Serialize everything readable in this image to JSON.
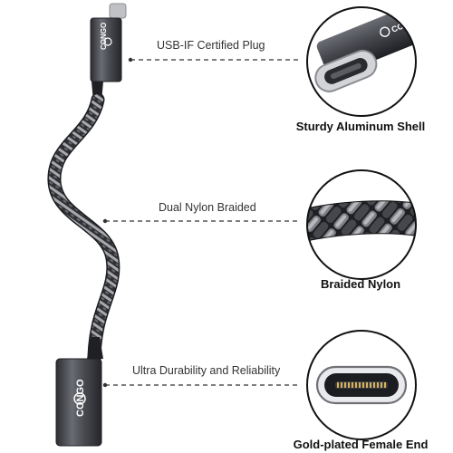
{
  "brand": {
    "logo_text": "CONGO"
  },
  "callouts": [
    {
      "label": "USB-IF Certified Plug"
    },
    {
      "label": "Dual Nylon Braided"
    },
    {
      "label": "Ultra Durability and Reliability"
    }
  ],
  "details": [
    {
      "caption": "Sturdy Aluminum Shell"
    },
    {
      "caption": "Braided Nylon"
    },
    {
      "caption": "Gold-plated Female End"
    }
  ],
  "colors": {
    "background": "#ffffff",
    "connector_body": "#4a4c52",
    "connector_edge": "#2a2b2f",
    "braid_dark": "#303135",
    "braid_light": "#9a9ca2",
    "leader_line": "#333333",
    "circle_outline": "#111111"
  }
}
